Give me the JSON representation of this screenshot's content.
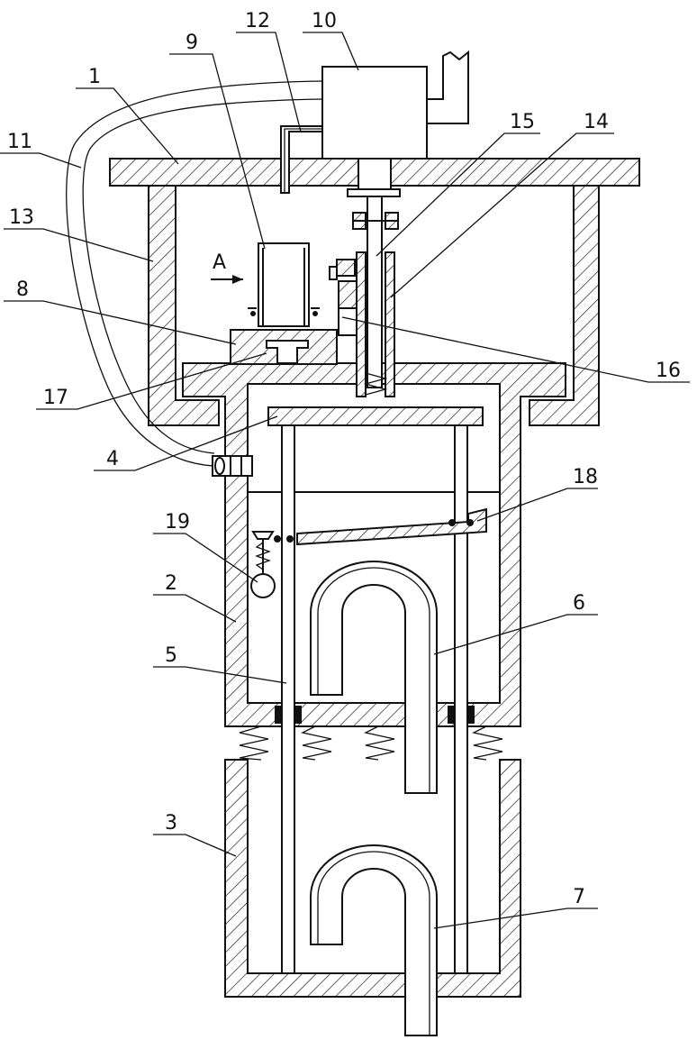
{
  "figure": {
    "view_label": "A",
    "labels": [
      {
        "id": "1",
        "text": "1"
      },
      {
        "id": "2",
        "text": "2"
      },
      {
        "id": "3",
        "text": "3"
      },
      {
        "id": "4",
        "text": "4"
      },
      {
        "id": "5",
        "text": "5"
      },
      {
        "id": "6",
        "text": "6"
      },
      {
        "id": "7",
        "text": "7"
      },
      {
        "id": "8",
        "text": "8"
      },
      {
        "id": "9",
        "text": "9"
      },
      {
        "id": "10",
        "text": "10"
      },
      {
        "id": "11",
        "text": "11"
      },
      {
        "id": "12",
        "text": "12"
      },
      {
        "id": "13",
        "text": "13"
      },
      {
        "id": "14",
        "text": "14"
      },
      {
        "id": "15",
        "text": "15"
      },
      {
        "id": "16",
        "text": "16"
      },
      {
        "id": "17",
        "text": "17"
      },
      {
        "id": "18",
        "text": "18"
      },
      {
        "id": "19",
        "text": "19"
      }
    ]
  }
}
